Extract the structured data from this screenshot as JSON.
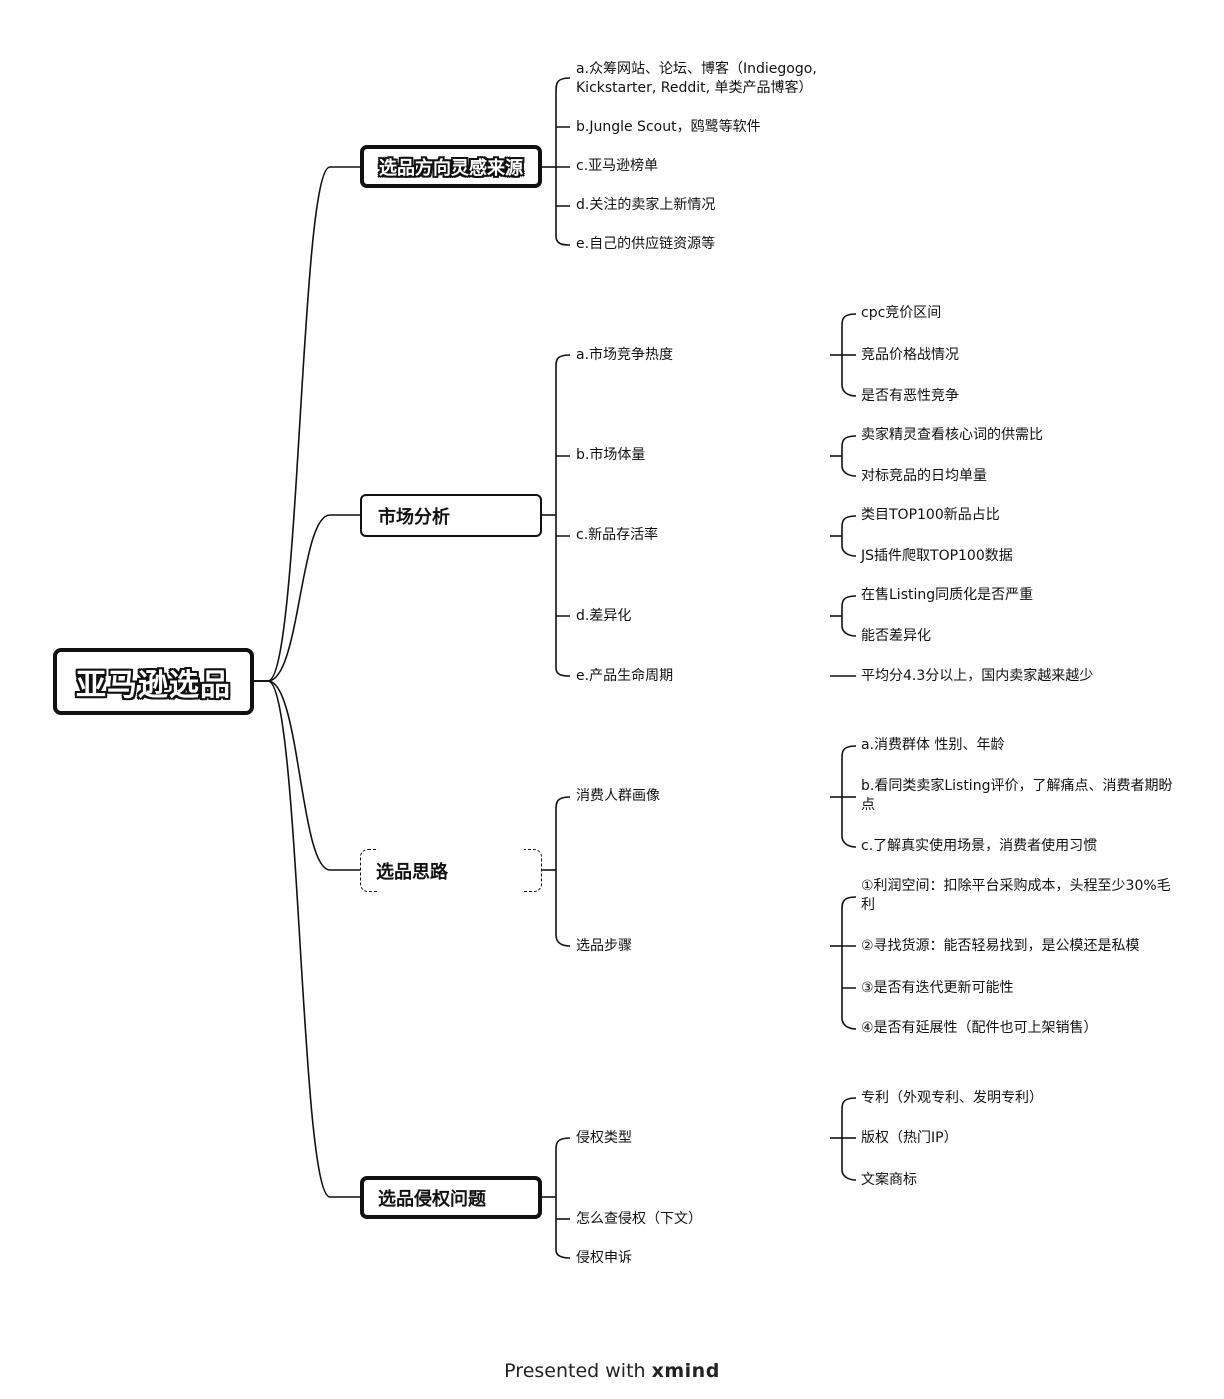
{
  "root": {
    "label": "亚马逊选品"
  },
  "branches": {
    "inspiration": {
      "label": "选品方向灵感来源",
      "items": [
        "a.众筹网站、论坛、博客（Indiegogo, Kickstarter, Reddit, 单类产品博客）",
        "b.Jungle Scout，鸥鹭等软件",
        "c.亚马逊榜单",
        "d.关注的卖家上新情况",
        "e.自己的供应链资源等"
      ]
    },
    "market": {
      "label": "市场分析",
      "items": [
        {
          "label": "a.市场竞争热度",
          "children": [
            "cpc竞价区间",
            "竞品价格战情况",
            "是否有恶性竞争"
          ]
        },
        {
          "label": "b.市场体量",
          "children": [
            "卖家精灵查看核心词的供需比",
            "对标竞品的日均单量"
          ]
        },
        {
          "label": "c.新品存活率",
          "children": [
            "类目TOP100新品占比",
            "JS插件爬取TOP100数据"
          ]
        },
        {
          "label": "d.差异化",
          "children": [
            "在售Listing同质化是否严重",
            "能否差异化"
          ]
        },
        {
          "label": "e.产品生命周期",
          "children": [
            "平均分4.3分以上，国内卖家越来越少"
          ]
        }
      ]
    },
    "thinking": {
      "label": "选品思路",
      "items": [
        {
          "label": "消费人群画像",
          "children": [
            "a.消费群体 性别、年龄",
            "b.看同类卖家Listing评价，了解痛点、消费者期盼点",
            "c.了解真实使用场景，消费者使用习惯"
          ]
        },
        {
          "label": "选品步骤",
          "children": [
            "①利润空间：扣除平台采购成本，头程至少30%毛利",
            "②寻找货源：能否轻易找到，是公模还是私模",
            "③是否有迭代更新可能性",
            "④是否有延展性（配件也可上架销售）"
          ]
        }
      ]
    },
    "infringement": {
      "label": "选品侵权问题",
      "items": [
        {
          "label": "侵权类型",
          "children": [
            "专利（外观专利、发明专利）",
            "版权（热门IP）",
            "文案商标"
          ]
        },
        {
          "label": "怎么查侵权（下文）"
        },
        {
          "label": "侵权申诉"
        }
      ]
    }
  },
  "footer": {
    "prefix": "Presented with ",
    "brand": "xmind"
  }
}
